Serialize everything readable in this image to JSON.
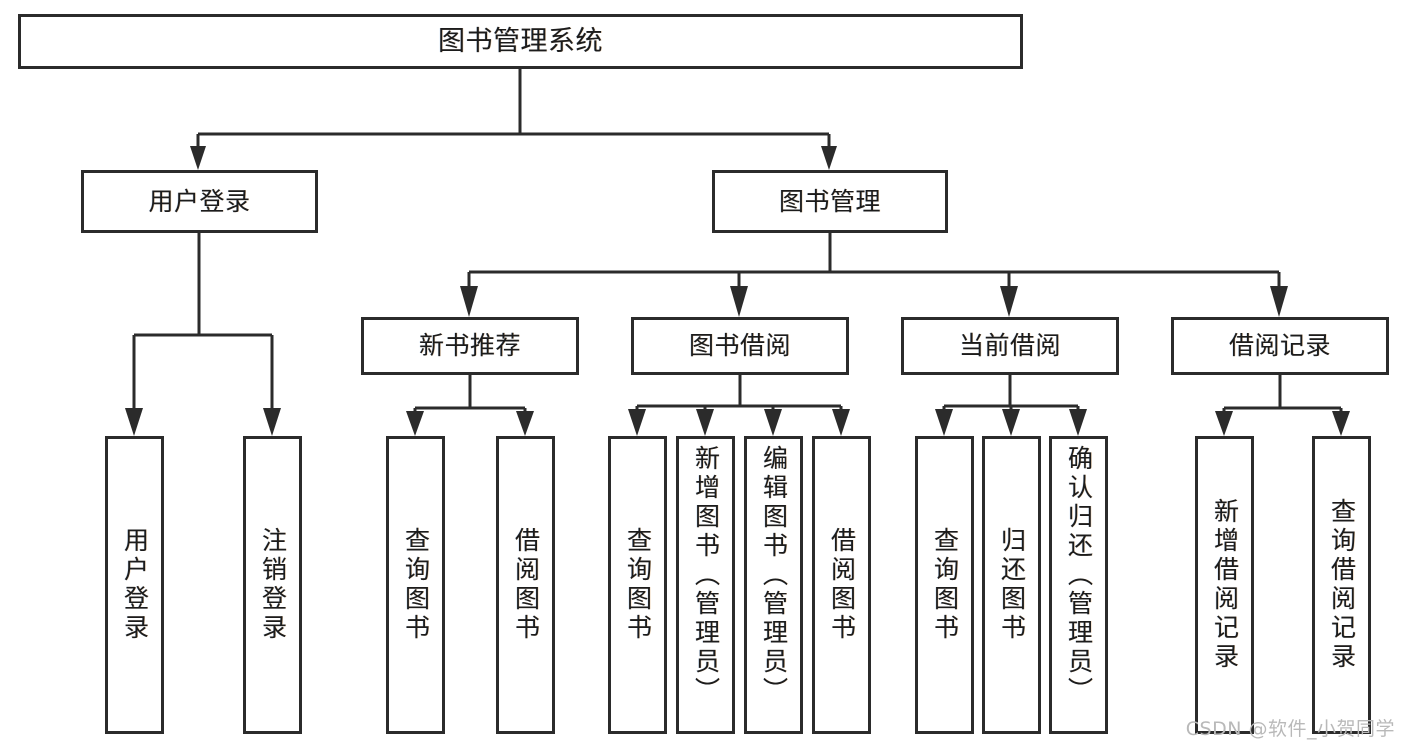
{
  "diagram": {
    "type": "tree-hierarchy-chart",
    "title": "图书管理系统",
    "watermark": "CSDN @软件_小贺同学",
    "colors": {
      "stroke": "#2b2b2b",
      "fill": "#ffffff",
      "text": "#1c1c1c",
      "watermark": "#b9b9b9"
    },
    "root": {
      "label": "图书管理系统"
    },
    "level2": [
      {
        "label": "用户登录"
      },
      {
        "label": "图书管理"
      }
    ],
    "level3": [
      {
        "label": "新书推荐"
      },
      {
        "label": "图书借阅"
      },
      {
        "label": "当前借阅"
      },
      {
        "label": "借阅记录"
      }
    ],
    "leaves": {
      "user_login": [
        {
          "label": "用户登录"
        },
        {
          "label": "注销登录"
        }
      ],
      "new_book_recommend": [
        {
          "label": "查询图书"
        },
        {
          "label": "借阅图书"
        }
      ],
      "book_borrow": [
        {
          "label": "查询图书"
        },
        {
          "label": "新增图书（管理员）"
        },
        {
          "label": "编辑图书（管理员）"
        },
        {
          "label": "借阅图书"
        }
      ],
      "current_borrow": [
        {
          "label": "查询图书"
        },
        {
          "label": "归还图书"
        },
        {
          "label": "确认归还（管理员）"
        }
      ],
      "borrow_record": [
        {
          "label": "新增借阅记录"
        },
        {
          "label": "查询借阅记录"
        }
      ]
    }
  }
}
